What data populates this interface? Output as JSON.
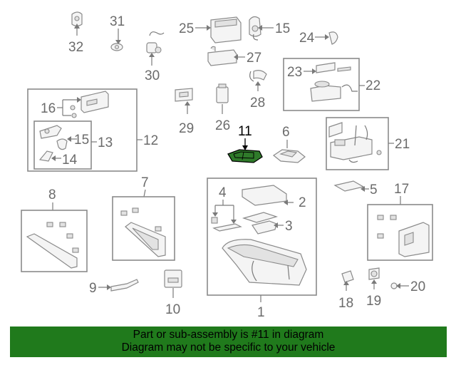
{
  "callouts": {
    "n1": "1",
    "n2": "2",
    "n3": "3",
    "n4": "4",
    "n5": "5",
    "n6": "6",
    "n7": "7",
    "n8": "8",
    "n9": "9",
    "n10": "10",
    "n11": "11",
    "n12": "12",
    "n13": "13",
    "n14": "14",
    "n15a": "15",
    "n15b": "15",
    "n16": "16",
    "n17": "17",
    "n18": "18",
    "n19": "19",
    "n20": "20",
    "n21": "21",
    "n22": "22",
    "n23": "23",
    "n24": "24",
    "n25": "25",
    "n26": "26",
    "n27": "27",
    "n28": "28",
    "n29": "29",
    "n30": "30",
    "n31": "31",
    "n32": "32"
  },
  "highlighted_part": "11",
  "banner": {
    "line1": "Part or sub-assembly is #11 in diagram",
    "line2": "Diagram may not be specific to your vehicle"
  },
  "colors": {
    "banner": "#207a1c",
    "highlight_part": "#2f7a2a",
    "lines": "#8a8a8a"
  }
}
